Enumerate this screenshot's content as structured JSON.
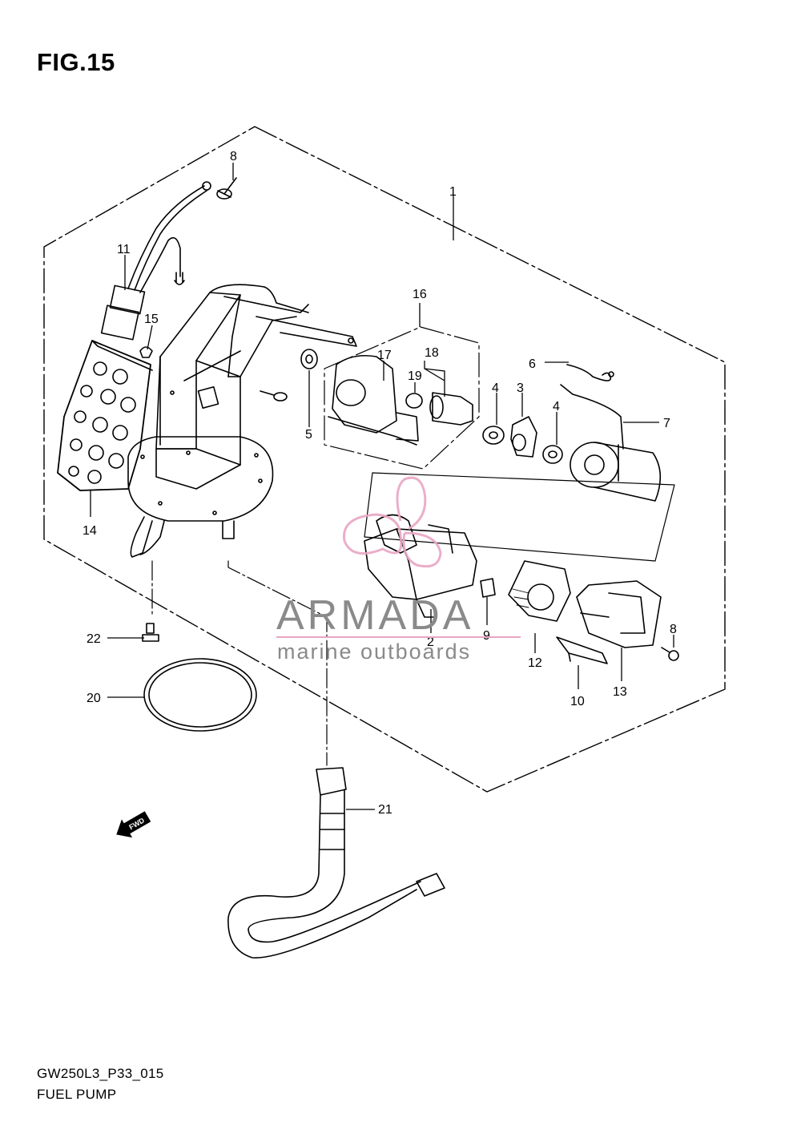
{
  "figure": {
    "title": "FIG.15",
    "drawing_code": "GW250L3_P33_015",
    "caption": "FUEL PUMP"
  },
  "callouts": [
    "1",
    "2",
    "3",
    "4",
    "4",
    "5",
    "6",
    "7",
    "8",
    "8",
    "9",
    "10",
    "11",
    "12",
    "13",
    "14",
    "15",
    "16",
    "17",
    "18",
    "19",
    "20",
    "21",
    "22"
  ],
  "direction_marker": "FWD",
  "watermark": {
    "brand": "ARMADA",
    "tagline": "marine outboards",
    "colors": {
      "text": "#8a8a8a",
      "accent": "#e8a6c4"
    }
  },
  "colors": {
    "ink": "#000000",
    "background": "#ffffff"
  }
}
